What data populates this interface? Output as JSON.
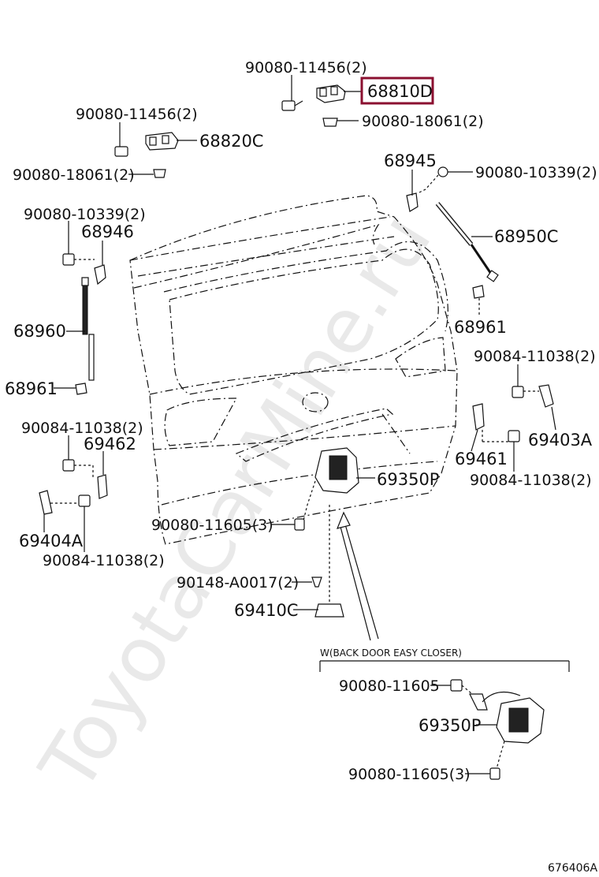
{
  "watermark": "ToyotaCarMine.ru",
  "figure_code": "676406A",
  "highlight_color": "#8b1030",
  "parts": {
    "p68810D": "68810D",
    "p90080_11456_top": "90080-11456(2)",
    "p90080_18061_top": "90080-18061(2)",
    "p90080_11456_left": "90080-11456(2)",
    "p68820C": "68820C",
    "p90080_18061_left": "90080-18061(2)",
    "p68945": "68945",
    "p90080_10339_right": "90080-10339(2)",
    "p68950C": "68950C",
    "p68961_right": "68961",
    "p90080_10339_left": "90080-10339(2)",
    "p68946": "68946",
    "p68960": "68960",
    "p68961_left": "68961",
    "p90084_11038_right": "90084-11038(2)",
    "p69403A": "69403A",
    "p69461": "69461",
    "p90084_11038_right2": "90084-11038(2)",
    "p90084_11038_left": "90084-11038(2)",
    "p69462": "69462",
    "p69404A": "69404A",
    "p90084_11038_left2": "90084-11038(2)",
    "p69350P": "69350P",
    "p90080_11605_3": "90080-11605(3)",
    "p90148_A0017": "90148-A0017(2)",
    "p69410C": "69410C",
    "inset_note": "W(BACK DOOR EASY CLOSER)",
    "p90080_11605_inset": "90080-11605",
    "p69350P_inset": "69350P",
    "p90080_11605_3_inset": "90080-11605(3)"
  }
}
